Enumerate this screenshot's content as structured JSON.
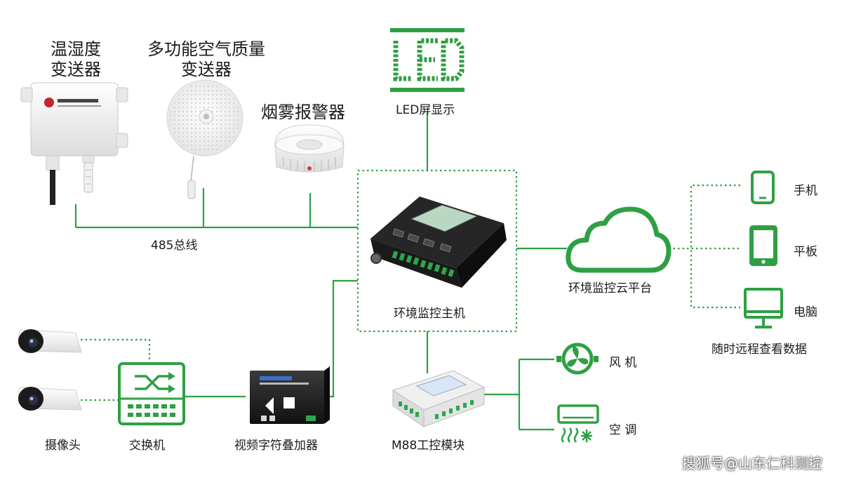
{
  "colors": {
    "green": "#2ea043",
    "dark": "#1a1a1a",
    "device": "#ececec"
  },
  "labels": {
    "temp_humidity": "温湿度\n变送器",
    "air_quality": "多功能空气质量\n变送器",
    "smoke": "烟雾报警器",
    "led_sign": "LED",
    "led_display": "LED屏显示",
    "bus": "485总线",
    "host": "环境监控主机",
    "cloud": "环境监控云平台",
    "phone": "手机",
    "tablet": "平板",
    "pc": "电脑",
    "remote": "随时远程查看数据",
    "fan": "风 机",
    "ac": "空 调",
    "m88": "M88工控模块",
    "video": "视频字符叠加器",
    "switch": "交换机",
    "camera": "摄像头",
    "watermark": "搜狐号@山东仁科测控"
  },
  "icons": [
    "temp-humidity-sensor-icon",
    "air-quality-sensor-icon",
    "smoke-detector-icon",
    "led-display-icon",
    "host-controller-icon",
    "cloud-icon",
    "phone-icon",
    "tablet-icon",
    "monitor-icon",
    "fan-icon",
    "air-conditioner-icon",
    "io-module-icon",
    "video-overlay-icon",
    "network-switch-icon",
    "camera-icon"
  ]
}
